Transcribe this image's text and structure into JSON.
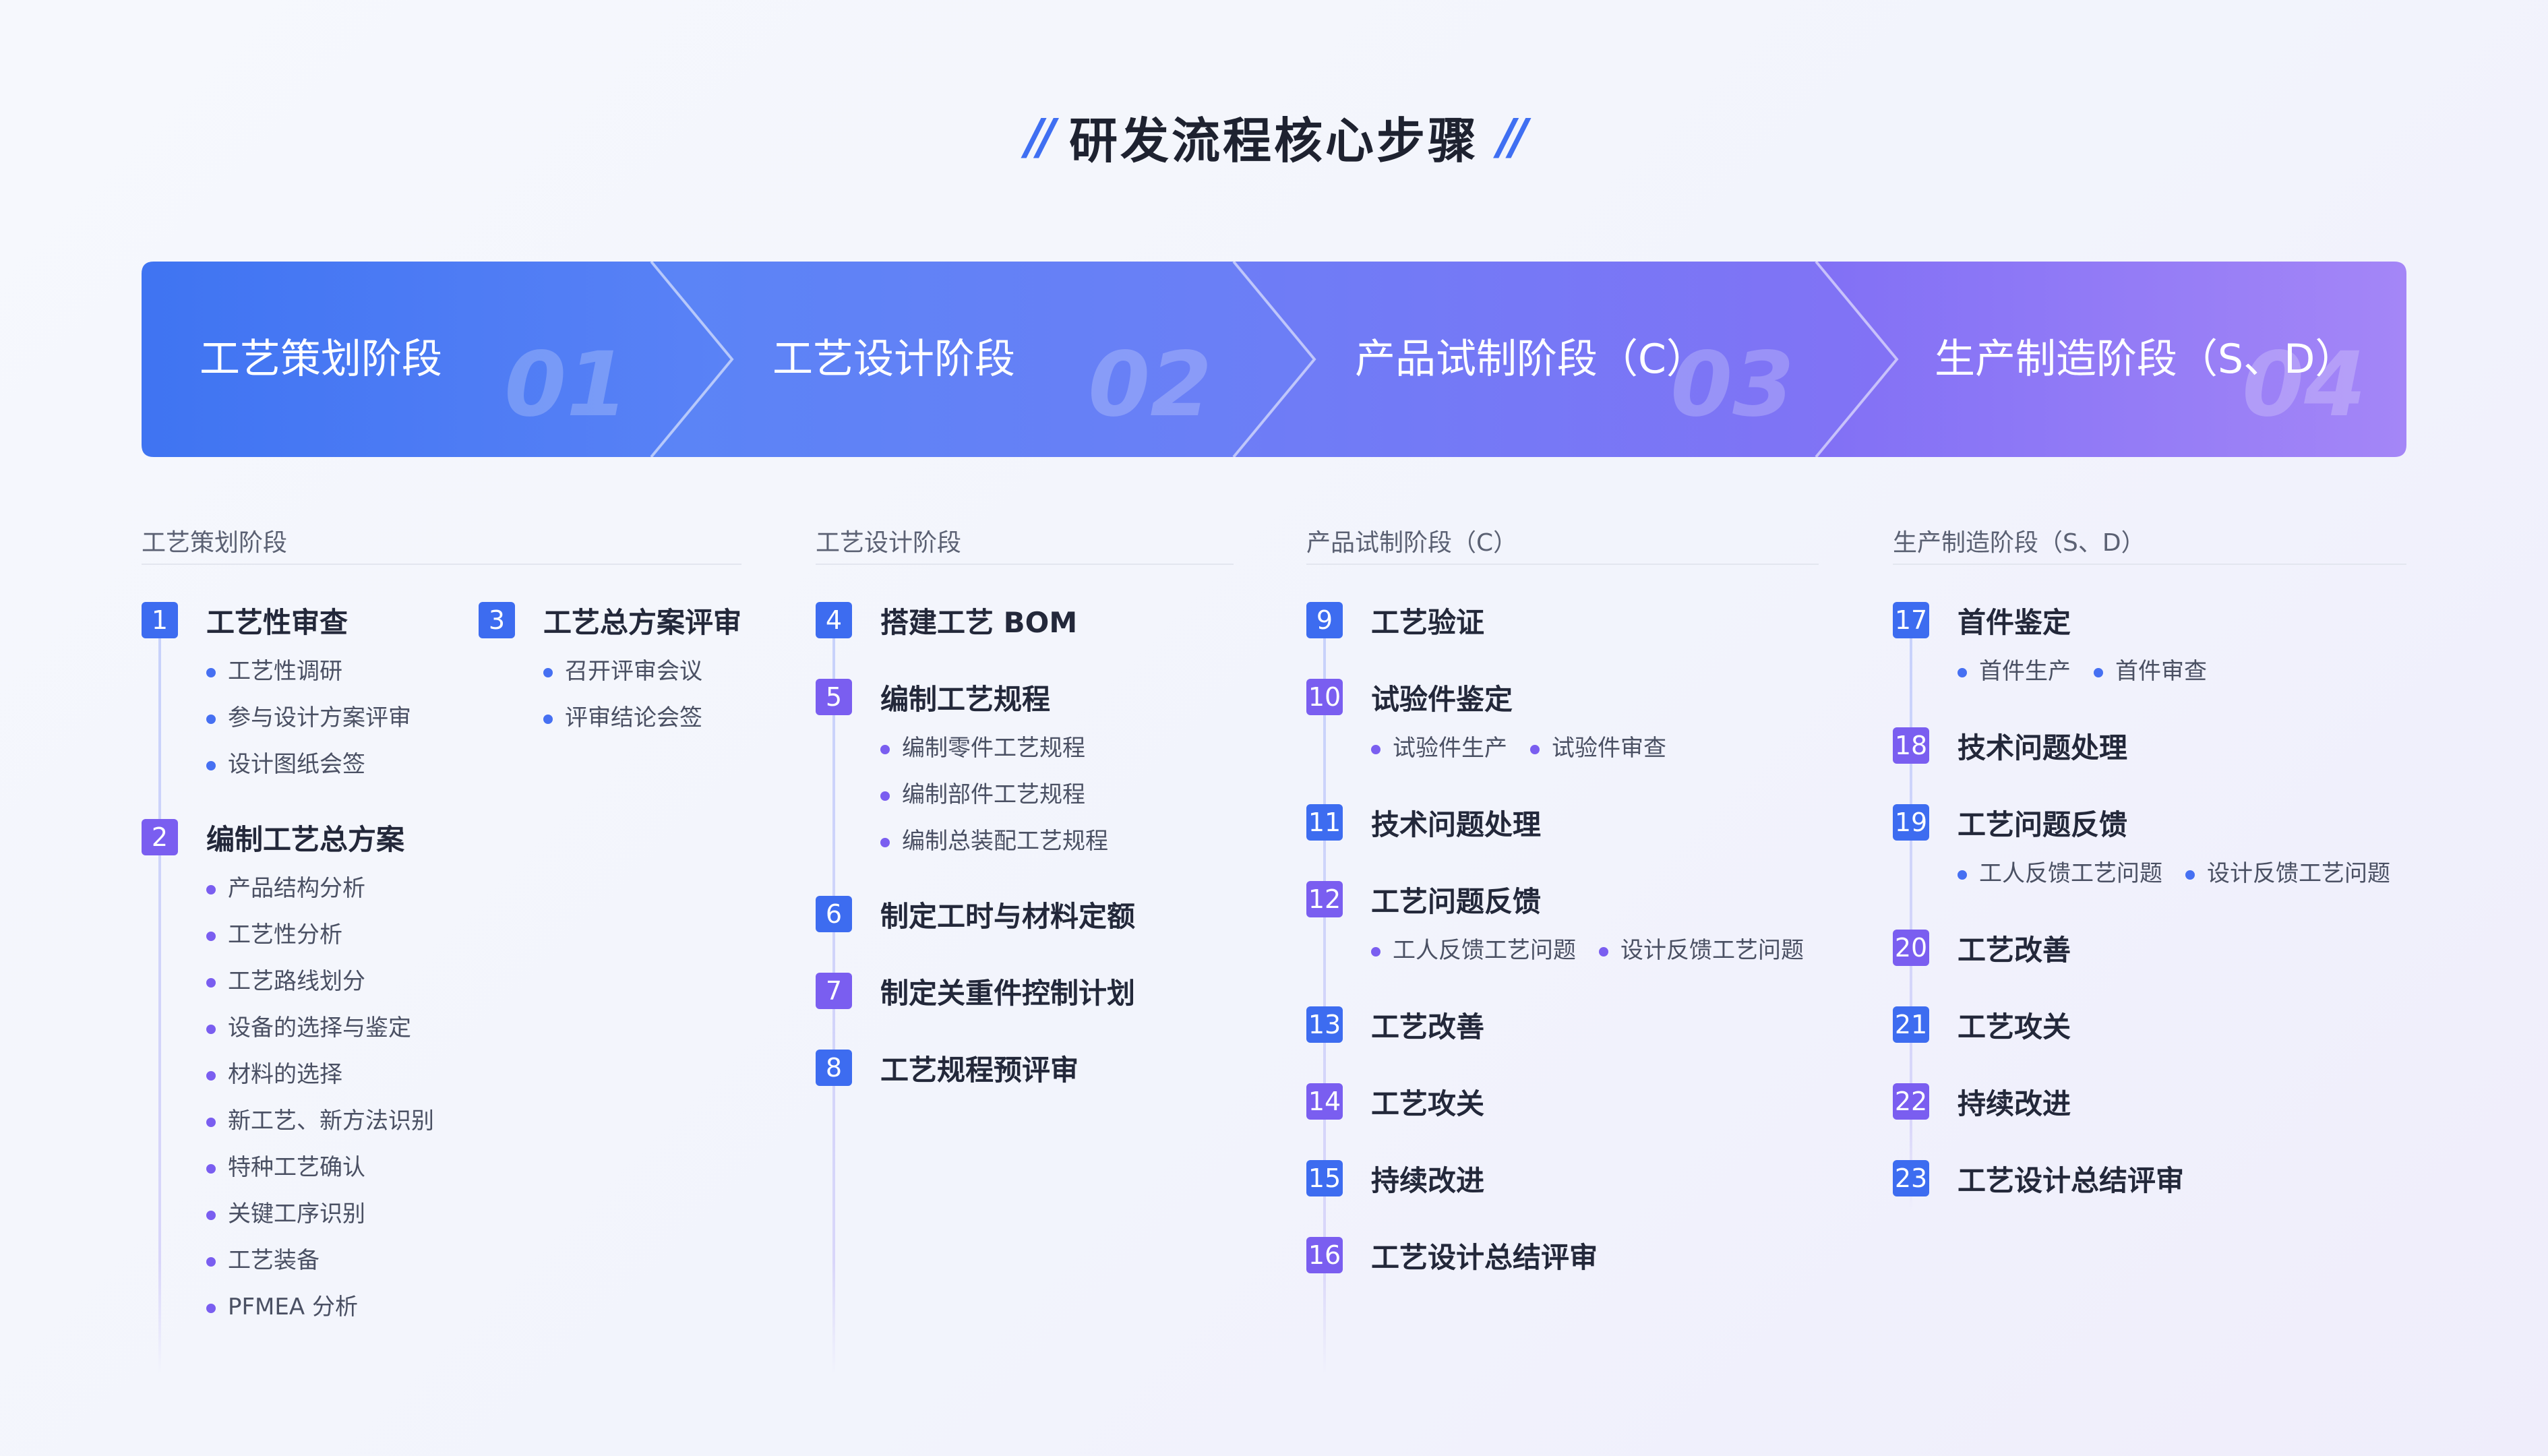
{
  "title": "研发流程核心步骤",
  "phases": [
    {
      "label": "工艺策划阶段",
      "number": "01"
    },
    {
      "label": "工艺设计阶段",
      "number": "02"
    },
    {
      "label": "产品试制阶段（C）",
      "number": "03"
    },
    {
      "label": "生产制造阶段（S、D）",
      "number": "04"
    }
  ],
  "columns": [
    {
      "heading": "工艺策划阶段"
    },
    {
      "heading": "工艺设计阶段"
    },
    {
      "heading": "产品试制阶段（C）"
    },
    {
      "heading": "生产制造阶段（S、D）"
    }
  ],
  "steps": {
    "s1": {
      "num": "1",
      "title": "工艺性审查",
      "subs": [
        "工艺性调研",
        "参与设计方案评审",
        "设计图纸会签"
      ]
    },
    "s2": {
      "num": "2",
      "title": "编制工艺总方案",
      "subs": [
        "产品结构分析",
        "工艺性分析",
        "工艺路线划分",
        "设备的选择与鉴定",
        "材料的选择",
        "新工艺、新方法识别",
        "特种工艺确认",
        "关键工序识别",
        "工艺装备",
        "PFMEA 分析"
      ]
    },
    "s3": {
      "num": "3",
      "title": "工艺总方案评审",
      "subs": [
        "召开评审会议",
        "评审结论会签"
      ]
    },
    "s4": {
      "num": "4",
      "title": "搭建工艺 BOM"
    },
    "s5": {
      "num": "5",
      "title": "编制工艺规程",
      "subs": [
        "编制零件工艺规程",
        "编制部件工艺规程",
        "编制总装配工艺规程"
      ]
    },
    "s6": {
      "num": "6",
      "title": "制定工时与材料定额"
    },
    "s7": {
      "num": "7",
      "title": "制定关重件控制计划"
    },
    "s8": {
      "num": "8",
      "title": "工艺规程预评审"
    },
    "s9": {
      "num": "9",
      "title": "工艺验证"
    },
    "s10": {
      "num": "10",
      "title": "试验件鉴定",
      "subs": [
        "试验件生产",
        "试验件审查"
      ]
    },
    "s11": {
      "num": "11",
      "title": "技术问题处理"
    },
    "s12": {
      "num": "12",
      "title": "工艺问题反馈",
      "subs": [
        "工人反馈工艺问题",
        "设计反馈工艺问题"
      ]
    },
    "s13": {
      "num": "13",
      "title": "工艺改善"
    },
    "s14": {
      "num": "14",
      "title": "工艺攻关"
    },
    "s15": {
      "num": "15",
      "title": "持续改进"
    },
    "s16": {
      "num": "16",
      "title": "工艺设计总结评审"
    },
    "s17": {
      "num": "17",
      "title": "首件鉴定",
      "subs": [
        "首件生产",
        "首件审查"
      ]
    },
    "s18": {
      "num": "18",
      "title": "技术问题处理"
    },
    "s19": {
      "num": "19",
      "title": "工艺问题反馈",
      "subs": [
        "工人反馈工艺问题",
        "设计反馈工艺问题"
      ]
    },
    "s20": {
      "num": "20",
      "title": "工艺改善"
    },
    "s21": {
      "num": "21",
      "title": "工艺攻关"
    },
    "s22": {
      "num": "22",
      "title": "持续改进"
    },
    "s23": {
      "num": "23",
      "title": "工艺设计总结评审"
    }
  }
}
